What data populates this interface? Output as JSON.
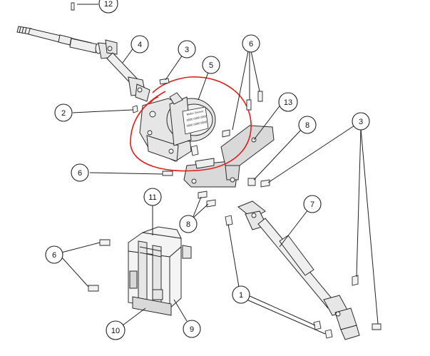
{
  "callouts": [
    {
      "id": "c12",
      "label": "12"
    },
    {
      "id": "c4",
      "label": "4"
    },
    {
      "id": "c3a",
      "label": "3"
    },
    {
      "id": "c5",
      "label": "5"
    },
    {
      "id": "c6a",
      "label": "6"
    },
    {
      "id": "c13",
      "label": "13"
    },
    {
      "id": "c2",
      "label": "2"
    },
    {
      "id": "c8a",
      "label": "8"
    },
    {
      "id": "c3b",
      "label": "3"
    },
    {
      "id": "c6b",
      "label": "6"
    },
    {
      "id": "c11",
      "label": "11"
    },
    {
      "id": "c7",
      "label": "7"
    },
    {
      "id": "c8b",
      "label": "8"
    },
    {
      "id": "c6c",
      "label": "6"
    },
    {
      "id": "c1",
      "label": "1"
    },
    {
      "id": "c10",
      "label": "10"
    },
    {
      "id": "c9",
      "label": "9"
    }
  ],
  "motor_label": [
    "Motor Sensor",
    "0000 0000 0000",
    "0000 0000 0000"
  ],
  "colors": {
    "highlight": "#e0201b",
    "ink": "#222222",
    "part_fill": "#efefef"
  }
}
